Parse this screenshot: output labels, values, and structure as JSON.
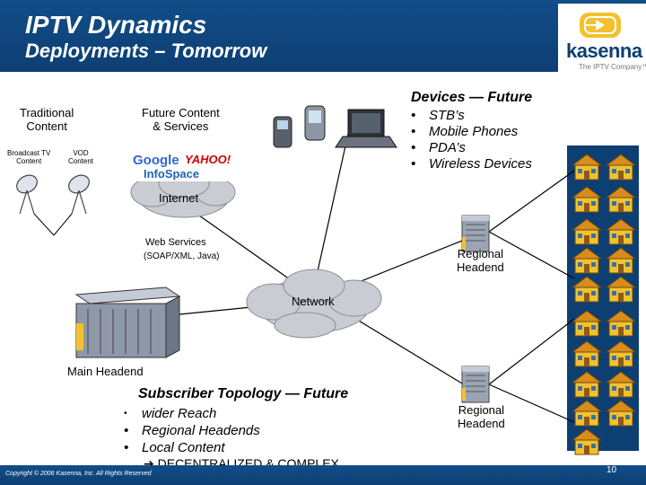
{
  "header": {
    "title": "IPTV Dynamics",
    "subtitle": "Deployments – Tomorrow"
  },
  "logo": {
    "name": "kasenna",
    "tagline": "The IPTV Company™"
  },
  "diagram": {
    "traditional_content": "Traditional\nContent",
    "broadcast_tv": "Broadcast TV\nContent",
    "vod": "VOD\nContent",
    "future_content": "Future Content\n& Services",
    "partner_google": "Google",
    "partner_yahoo": "YAHOO!",
    "partner_infospace": "InfoSpace",
    "internet": "Internet",
    "web_services": "Web Services",
    "web_services_detail": "(SOAP/XML, Java)",
    "network": "Network",
    "main_headend": "Main Headend",
    "regional_headend_1": "Regional\nHeadend",
    "regional_headend_2": "Regional\nHeadend"
  },
  "devices": {
    "heading": "Devices — Future",
    "items": [
      "STB’s",
      "Mobile Phones",
      "PDA’s",
      "Wireless Devices"
    ]
  },
  "subscriber": {
    "heading": "Subscriber Topology — Future",
    "items": [
      "wider Reach",
      "Regional Headends",
      "Local Content"
    ],
    "conclusion": "DECENTRALIZED & COMPLEX",
    "arrow": "➔"
  },
  "footer": {
    "copyright": "Copyright © 2006 Kasenna, Inc. All Rights Reserved",
    "page": "10"
  },
  "colors": {
    "brand_blue": "#0d3f73",
    "accent_yellow": "#f2c12e",
    "cloud_gray": "#c9ccd2"
  },
  "house_icon": "house-icon"
}
